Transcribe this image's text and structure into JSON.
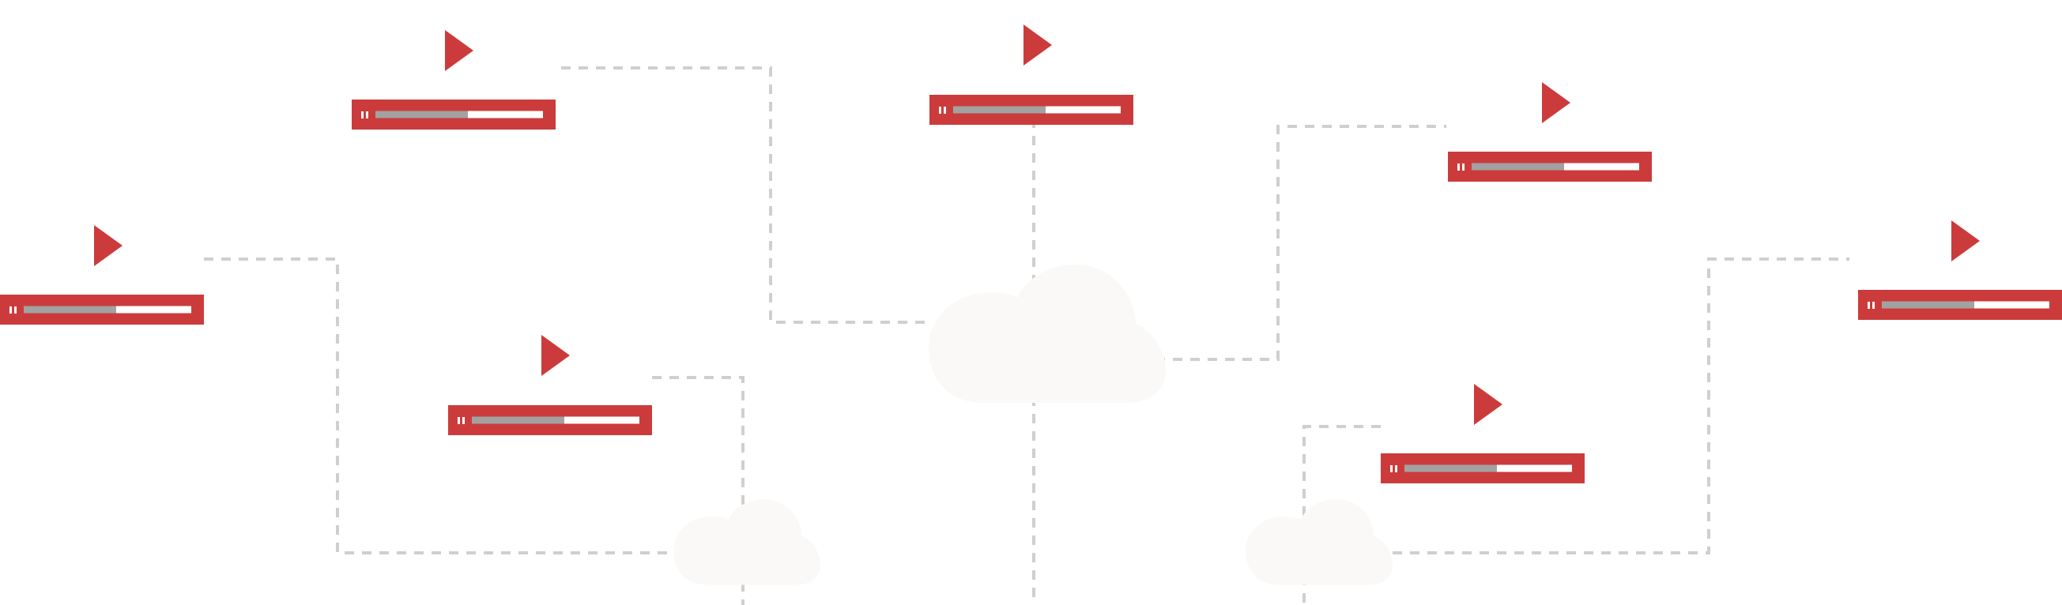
{
  "colors": {
    "player_red": "#cc3b3b",
    "progress_played": "#a2a2a2",
    "progress_track": "#ffffff",
    "connector": "#cfcfcf",
    "cloud": "#faf9f8",
    "background": "#ffffff"
  },
  "icons": {
    "play": "play-icon",
    "pause": "pause-icon",
    "cloud": "cloud-icon"
  },
  "players": [
    {
      "id": "player-1",
      "progress": 0.55,
      "playing": true
    },
    {
      "id": "player-2",
      "progress": 0.55,
      "playing": true
    },
    {
      "id": "player-3",
      "progress": 0.55,
      "playing": true
    },
    {
      "id": "player-4",
      "progress": 0.55,
      "playing": true
    },
    {
      "id": "player-5",
      "progress": 0.55,
      "playing": true
    },
    {
      "id": "player-6",
      "progress": 0.55,
      "playing": true
    },
    {
      "id": "player-7",
      "progress": 0.55,
      "playing": true
    }
  ],
  "clouds": [
    {
      "id": "cloud-center"
    },
    {
      "id": "cloud-left"
    },
    {
      "id": "cloud-right"
    }
  ]
}
